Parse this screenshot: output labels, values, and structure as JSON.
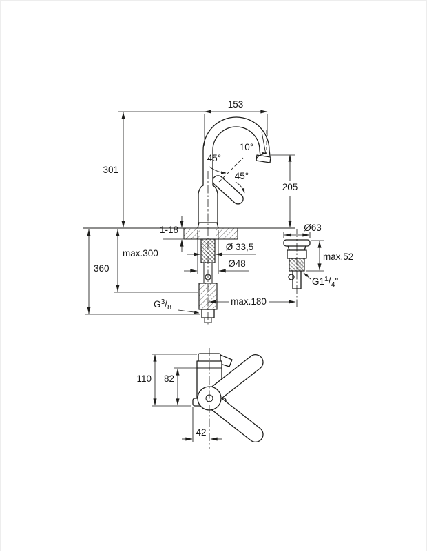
{
  "drawing": {
    "background": "#ffffff",
    "ink": "#1d1d1b",
    "front_view": {
      "dim_spout_reach": "153",
      "dim_height_above_deck": "301",
      "dim_spout_angle": "10°",
      "dim_lever_angle_upper": "45°",
      "dim_lever_angle_lower": "45°",
      "dim_outlet_to_deck": "205",
      "dim_deck_thickness": "1-18",
      "dim_max_below_deck": "max.300",
      "dim_hose_length": "360",
      "dim_shank_diameter": "Ø 33,5",
      "dim_base_diameter": "Ø48",
      "dim_rod_reach": "max.180"
    },
    "supply_thread": {
      "prefix": "G",
      "sup": "3",
      "slash": "/",
      "sub": "8"
    },
    "waste_set": {
      "dim_flange_diameter": "Ø63",
      "dim_mount_height": "max.52",
      "thread": {
        "prefix": "G1",
        "sup": "1",
        "slash": "/",
        "sub": "4",
        "suffix": "\""
      }
    },
    "side_view": {
      "dim_total_height": "110",
      "dim_body_height": "82",
      "dim_base_width": "42"
    }
  }
}
